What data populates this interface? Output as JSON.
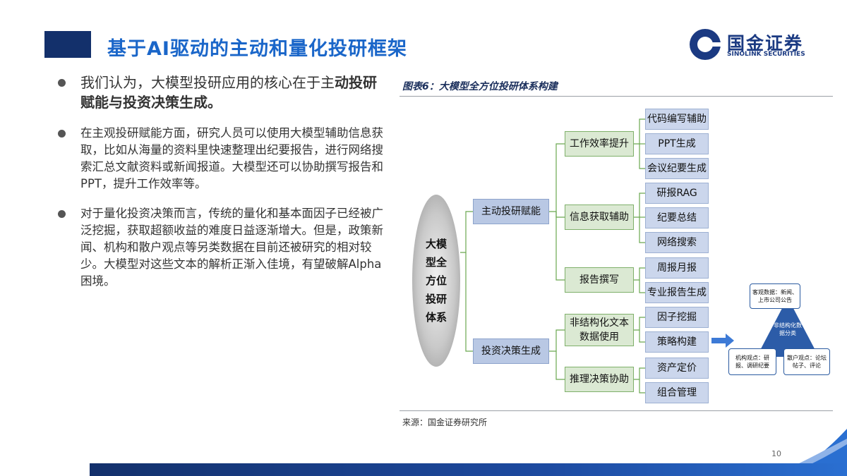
{
  "header": {
    "title": "基于AI驱动的主动和量化投研框架",
    "logo_cn": "国金证券",
    "logo_en": "SINOLINK SECURITIES"
  },
  "bullets": [
    {
      "text_line1": "我们认为，大模型投研应用的核心在于主",
      "text_bold": "动投研赋能与投资决策生成。"
    },
    {
      "text": "在主观投研赋能方面，研究人员可以使用大模型辅助信息获取，比如从海量的资料里快速整理出纪要报告，进行网络搜索汇总文献资料或新闻报道。大模型还可以协助撰写报告和PPT，提升工作效率等。"
    },
    {
      "text": "对于量化投资决策而言，传统的量化和基本面因子已经被广泛挖掘，获取超额收益的难度日益逐渐增大。但是，政策新闻、机构和散户观点等另类数据在目前还被研究的相对较少。大模型对这些文本的解析正渐入佳境，有望破解Alpha困境。"
    }
  ],
  "figure": {
    "title": "图表6：大模型全方位投研体系构建",
    "source": "来源：国金证券研究所"
  },
  "diagram": {
    "root": "大模型全方位投研体系",
    "level1": [
      "主动投研赋能",
      "投资决策生成"
    ],
    "level2": [
      "工作效率提升",
      "信息获取辅助",
      "报告撰写",
      "非结构化文本数据使用",
      "推理决策协助"
    ],
    "level3": [
      "代码编写辅助",
      "PPT生成",
      "会议纪要生成",
      "研报RAG",
      "纪要总结",
      "网络搜索",
      "周报月报",
      "专业报告生成",
      "因子挖掘",
      "策略构建",
      "资产定价",
      "组合管理"
    ],
    "triangle": {
      "top": "客观数据：新闻、上市公司公告",
      "center": "非结构化数据分类",
      "left": "机构观点：研报、调研纪要",
      "right": "散户观点：论坛帖子、评论"
    }
  },
  "footer": {
    "page_number": "10"
  },
  "colors": {
    "title_blue": "#1a66c9",
    "navy": "#13306b",
    "node_blue": "#cbd6ec",
    "node_green": "#dbe9d3",
    "connector": "#6aa84f"
  }
}
